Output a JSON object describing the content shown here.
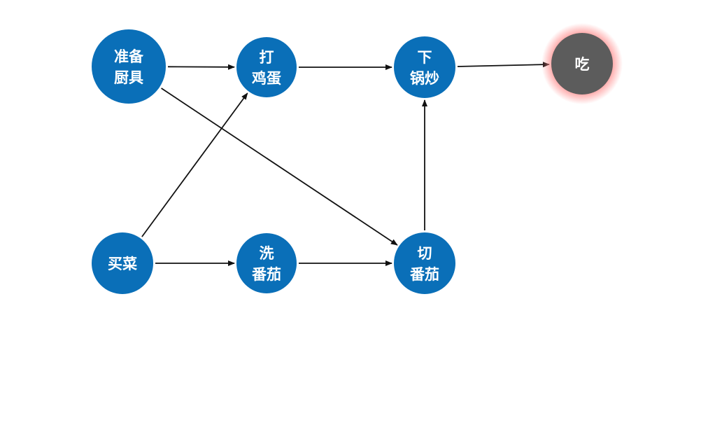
{
  "colors": {
    "node_fill": "#0a6fb8",
    "node_fill_final": "#5c5c5c",
    "final_glow": "#ff8a8a",
    "edge": "#111111",
    "label_text": "#ffffff"
  },
  "diagram": {
    "nodes": [
      {
        "id": "prepare-cookware",
        "lines": [
          "准备",
          "厨具"
        ],
        "style": "normal"
      },
      {
        "id": "beat-eggs",
        "lines": [
          "打",
          "鸡蛋"
        ],
        "style": "normal"
      },
      {
        "id": "stir-fry",
        "lines": [
          "下",
          "锅炒"
        ],
        "style": "normal"
      },
      {
        "id": "eat",
        "lines": [
          "吃"
        ],
        "style": "final"
      },
      {
        "id": "buy-vegetables",
        "lines": [
          "买菜"
        ],
        "style": "normal"
      },
      {
        "id": "wash-tomatoes",
        "lines": [
          "洗",
          "番茄"
        ],
        "style": "normal"
      },
      {
        "id": "cut-tomatoes",
        "lines": [
          "切",
          "番茄"
        ],
        "style": "normal"
      }
    ],
    "edges": [
      {
        "from": "prepare-cookware",
        "to": "beat-eggs"
      },
      {
        "from": "prepare-cookware",
        "to": "cut-tomatoes"
      },
      {
        "from": "beat-eggs",
        "to": "stir-fry"
      },
      {
        "from": "stir-fry",
        "to": "eat"
      },
      {
        "from": "buy-vegetables",
        "to": "beat-eggs"
      },
      {
        "from": "buy-vegetables",
        "to": "wash-tomatoes"
      },
      {
        "from": "wash-tomatoes",
        "to": "cut-tomatoes"
      },
      {
        "from": "cut-tomatoes",
        "to": "stir-fry"
      }
    ]
  }
}
